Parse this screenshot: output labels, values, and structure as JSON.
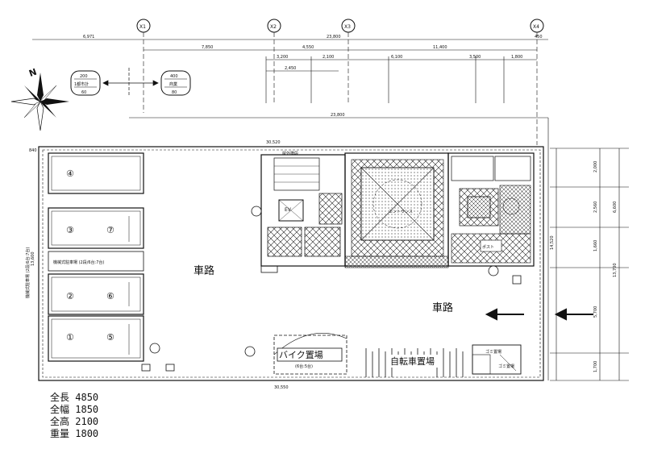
{
  "grid": {
    "axes": [
      "X1",
      "X2",
      "X3",
      "X4"
    ],
    "top_dims": [
      "6,971",
      "23,800",
      "450"
    ],
    "row2_dims": [
      "7,850",
      "4,550",
      "11,400"
    ],
    "row3_dims": [
      "3,200",
      "2,100",
      "6,100",
      "3,500",
      "1,800"
    ],
    "row4_dims": [
      "2,450"
    ],
    "overall": "23,800",
    "perimeter_top": "30,520",
    "perimeter_bottom": "30,550"
  },
  "right_dims": [
    "2,000",
    "2,560",
    "6,600",
    "1,660",
    "13,700",
    "5,700",
    "1,700"
  ],
  "left_dims": [
    "13,600",
    "840"
  ],
  "right_inner_dim": "14,520",
  "road_signs": [
    {
      "top": "200",
      "mid": "1都市計",
      "bottom": "60"
    },
    {
      "top": "400",
      "mid": "商業",
      "bottom": "80"
    }
  ],
  "parking_numbers": [
    "④",
    "③",
    "⑦",
    "②",
    "⑥",
    "①",
    "⑤"
  ],
  "car_space_note": "機械式駐車場 (2段/6台:7台)",
  "rooms": {
    "ev": "EV",
    "entrance": "エントランス",
    "outdoor_stairs": "屋外階段",
    "mailbox": "ポスト",
    "gomi": "ゴミ置場",
    "trash_note": "ゴミ置場",
    "bike_parking": "バイク置場",
    "bike_capacity": "(6台:5台)",
    "bicycle_parking": "自転車置場"
  },
  "labels": {
    "road1": "車路",
    "road2": "車路",
    "north": "N"
  },
  "specs": [
    {
      "label": "全長",
      "value": "4850"
    },
    {
      "label": "全幅",
      "value": "1850"
    },
    {
      "label": "全高",
      "value": "2100"
    },
    {
      "label": "重量",
      "value": "1800"
    }
  ],
  "colors": {
    "ink": "#111111",
    "paper": "#ffffff"
  }
}
